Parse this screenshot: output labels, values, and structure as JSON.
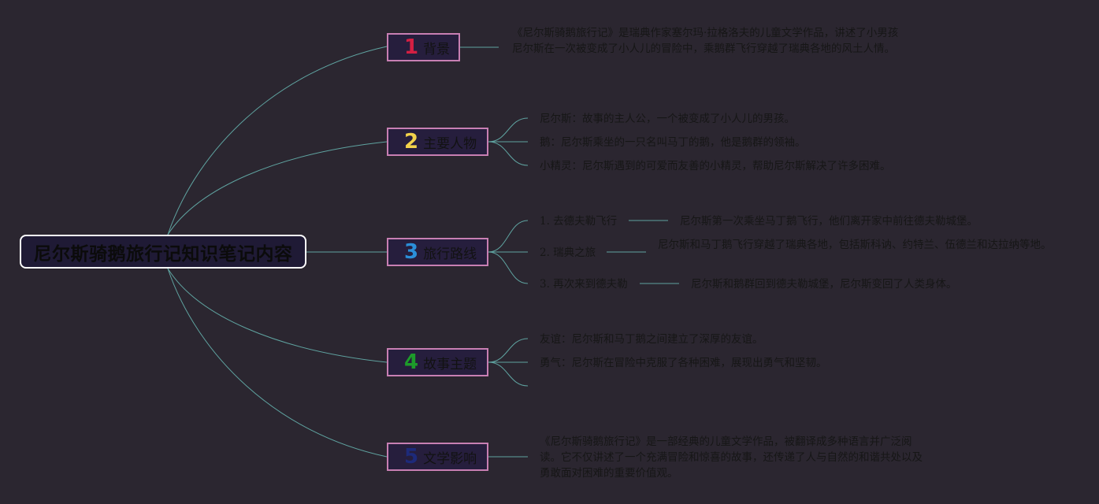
{
  "root": {
    "title": "尼尔斯骑鹅旅行记知识笔记内容"
  },
  "colors": {
    "connector": "#5fa3a0",
    "branch_border": "#c87fb3",
    "num_1": "#d41f43",
    "num_2": "#f2d24b",
    "num_3": "#2b8fd9",
    "num_4": "#1d9c2a",
    "num_5": "#1d2a7a"
  },
  "branches": [
    {
      "number": "1",
      "label": "背景",
      "items": [
        {
          "text": "《尼尔斯骑鹅旅行记》是瑞典作家塞尔玛·拉格洛夫的儿童文学作品，讲述了小男孩尼尔斯在一次被变成了小人儿的冒险中，乘鹅群飞行穿越了瑞典各地的风土人情。"
        }
      ]
    },
    {
      "number": "2",
      "label": "主要人物",
      "items": [
        {
          "text": "尼尔斯：故事的主人公，一个被变成了小人儿的男孩。"
        },
        {
          "text": "鹅：尼尔斯乘坐的一只名叫马丁的鹅，他是鹅群的领袖。"
        },
        {
          "text": "小精灵：尼尔斯遇到的可爱而友善的小精灵，帮助尼尔斯解决了许多困难。"
        }
      ]
    },
    {
      "number": "3",
      "label": "旅行路线",
      "items": [
        {
          "text": "1. 去德夫勒飞行",
          "detail": "尼尔斯第一次乘坐马丁鹅飞行，他们离开家中前往德夫勒城堡。"
        },
        {
          "text": "2. 瑞典之旅",
          "detail": "尼尔斯和马丁鹅飞行穿越了瑞典各地，包括斯科讷、约特兰、伍德兰和达拉纳等地。"
        },
        {
          "text": "3. 再次来到德夫勒",
          "detail": "尼尔斯和鹅群回到德夫勒城堡，尼尔斯变回了人类身体。"
        }
      ]
    },
    {
      "number": "4",
      "label": "故事主题",
      "items": [
        {
          "text": "友谊：尼尔斯和马丁鹅之间建立了深厚的友谊。"
        },
        {
          "text": "勇气：尼尔斯在冒险中克服了各种困难，展现出勇气和坚韧。"
        }
      ]
    },
    {
      "number": "5",
      "label": "文学影响",
      "items": [
        {
          "text": "《尼尔斯骑鹅旅行记》是一部经典的儿童文学作品，被翻译成多种语言并广泛阅读。它不仅讲述了一个充满冒险和惊喜的故事，还传递了人与自然的和谐共处以及勇敢面对困难的重要价值观。"
        }
      ]
    }
  ]
}
